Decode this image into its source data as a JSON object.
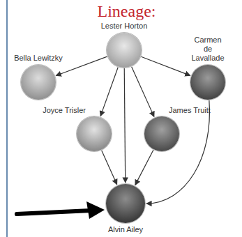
{
  "diagram": {
    "title": "Lineage:",
    "nodes": [
      {
        "text": [
          "Lester Horton"
        ]
      },
      {
        "text": [
          "Bella Lewitzky"
        ]
      },
      {
        "text": [
          "Carmen de Lavallade"
        ]
      },
      {
        "text": [
          "Joyce Trisler"
        ]
      },
      {
        "text": [
          "James Truitt"
        ]
      },
      {
        "text": [
          "Alvin Ailey"
        ]
      }
    ],
    "edges": [
      {
        "from": 0,
        "to": 1,
        "arrow": "to"
      },
      {
        "from": 0,
        "to": 2,
        "arrow": "to"
      },
      {
        "from": 0,
        "to": 3,
        "arrow": "to"
      },
      {
        "from": 0,
        "to": 4,
        "arrow": "to"
      },
      {
        "from": 0,
        "to": 5,
        "arrow": "to"
      },
      {
        "from": 3,
        "to": 5,
        "arrow": "to"
      },
      {
        "from": 4,
        "to": 5,
        "arrow": "to"
      },
      {
        "from": 2,
        "to": 5,
        "arrow": "to"
      }
    ]
  }
}
